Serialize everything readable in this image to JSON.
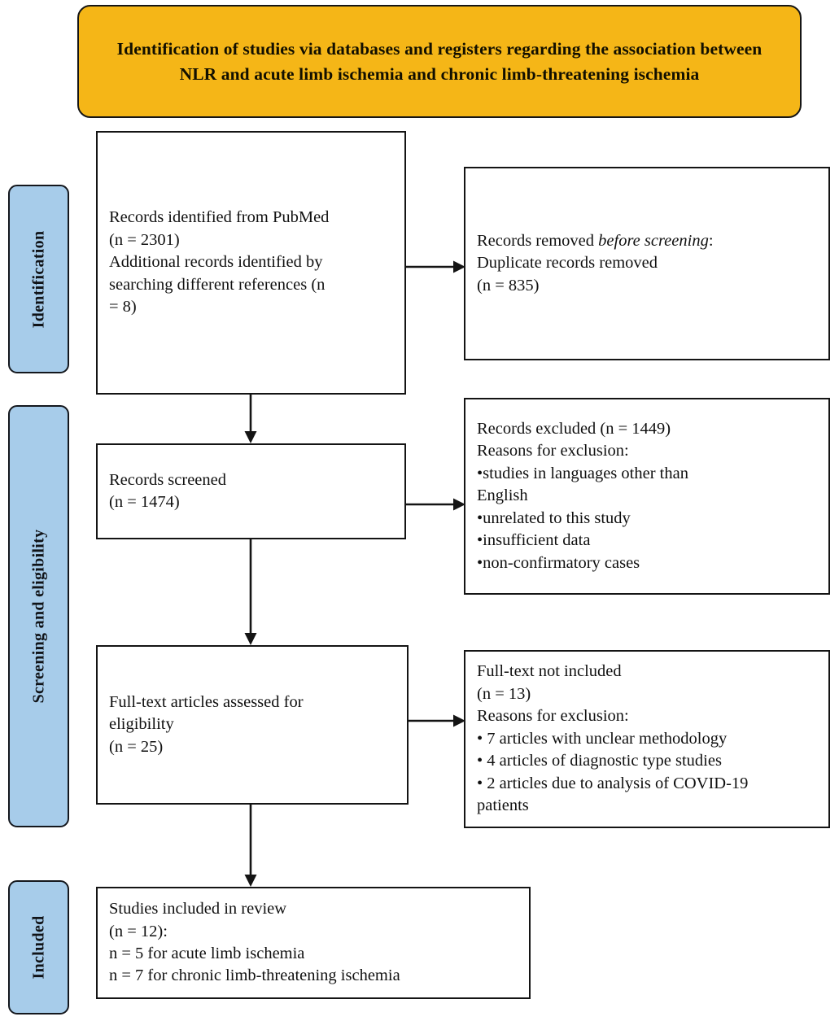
{
  "banner": {
    "title": "Identification of studies via databases and registers regarding the association between NLR and acute limb ischemia and chronic limb-threatening ischemia",
    "color": "#F5B617"
  },
  "stages": [
    {
      "label": "Identification"
    },
    {
      "label": "Screening and eligibility"
    },
    {
      "label": "Included"
    }
  ],
  "stage_color": "#A7CCEA",
  "boxes": {
    "identified": {
      "lines": [
        "Records identified from PubMed",
        "(n = 2301)",
        "Additional records identified by",
        "searching different references (n",
        "= 8)"
      ],
      "text": "Records identified from PubMed\n(n = 2301)\nAdditional records identified by\nsearching different references (n\n= 8)"
    },
    "removed": {
      "line1_prefix": "Records removed ",
      "line1_italic": "before screening",
      "line1_suffix": ":",
      "rest": "Duplicate records removed\n(n = 835)"
    },
    "screened": {
      "text": "Records screened\n(n = 1474)"
    },
    "excluded": {
      "text": "Records excluded (n = 1449)\nReasons for exclusion:\n•studies in languages other than\nEnglish\n•unrelated to this study\n•insufficient data\n•non-confirmatory cases"
    },
    "fulltext_assessed": {
      "text": "Full-text articles assessed for\neligibility\n(n = 25)"
    },
    "fulltext_excluded": {
      "text": "Full-text not included\n(n = 13)\nReasons for exclusion:\n• 7 articles with unclear methodology\n• 4 articles of diagnostic type studies\n• 2 articles due to analysis of COVID-19\npatients"
    },
    "included": {
      "text": "Studies included in review\n(n = 12):\nn = 5 for acute limb ischemia\nn = 7 for chronic limb-threatening ischemia"
    }
  },
  "connectors": {
    "identified_to_removed": "arrow-right",
    "identified_to_screened": "arrow-down",
    "screened_to_excluded": "arrow-right",
    "screened_to_fulltext": "arrow-down",
    "fulltext_to_excluded": "arrow-right",
    "fulltext_to_included": "arrow-down"
  },
  "counts": {
    "pubmed_records": 2301,
    "additional_records": 8,
    "duplicates_removed": 835,
    "records_screened": 1474,
    "records_excluded": 1449,
    "fulltext_assessed": 25,
    "fulltext_not_included": 13,
    "unclear_methodology": 7,
    "diagnostic_type": 4,
    "covid_analysis": 2,
    "studies_included": 12,
    "acute_limb_ischemia": 5,
    "chronic_limb_threatening_ischemia": 7
  }
}
